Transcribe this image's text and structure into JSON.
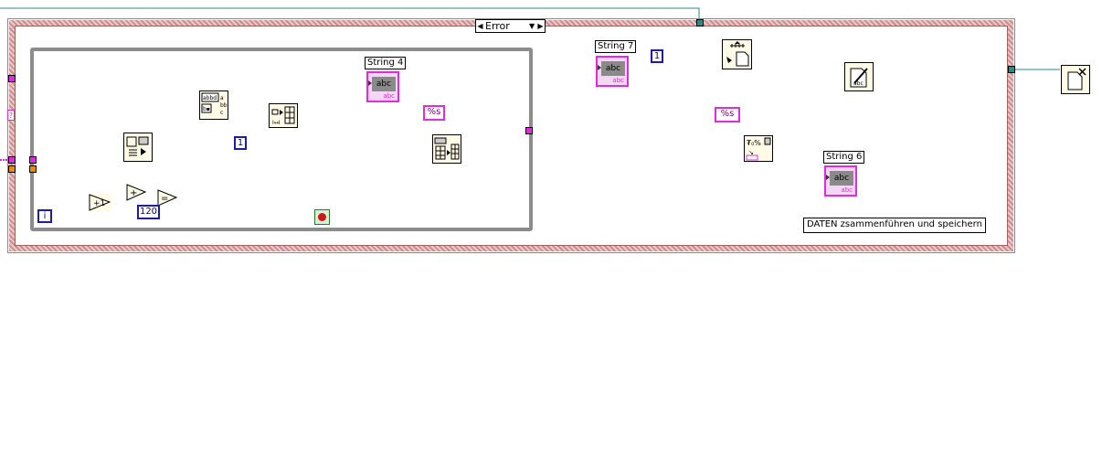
{
  "case_structure": {
    "selector_value": "Error",
    "left_arrow": "◀",
    "right_arrow": "▶",
    "dropdown_arrow": "▼"
  },
  "indicators": {
    "string4": {
      "label": "String 4",
      "face": "abc",
      "type_tag": "abc"
    },
    "string7": {
      "label": "String 7",
      "face": "abc",
      "type_tag": "abc"
    },
    "string6": {
      "label": "String 6",
      "face": "abc",
      "type_tag": "abc"
    }
  },
  "constants": {
    "iteration_terminal": "i",
    "numeric_one_a": "1",
    "numeric_one_b": "1",
    "numeric_120": "120",
    "format_s_a": "%s",
    "format_s_b": "%s"
  },
  "comment": "DATEN zsammenführen und speichern",
  "left_edge_terminal": "?",
  "colors": {
    "string_wire": "#e02ce0",
    "numeric_wire": "#e88a12",
    "refnum_wire": "#2a8a8a",
    "int_wire": "#1c1ca6",
    "bool_wire": "#2a7a2a",
    "case_frame": "#c98f8f",
    "while_frame": "#8c8c8c"
  }
}
